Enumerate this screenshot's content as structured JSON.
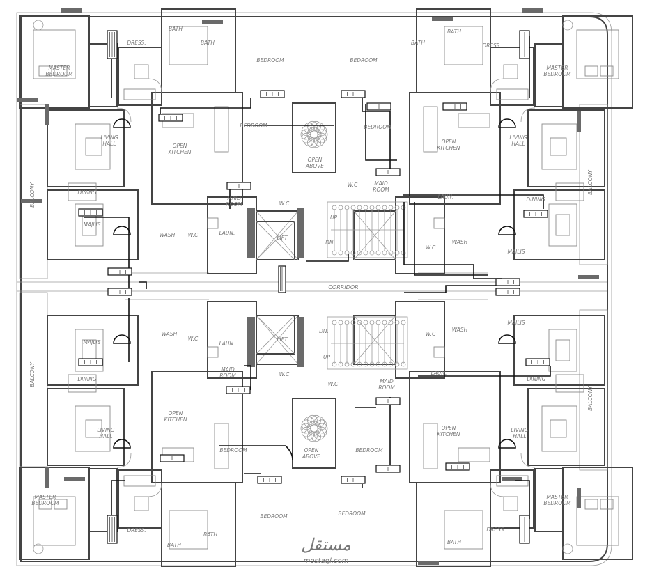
{
  "labels": {
    "master_bedroom": "MASTER\nBEDROOM",
    "dress": "DRESS.",
    "bath": "BATH",
    "bedroom": "BEDROOM",
    "living_hall": "LIVING\nHALL",
    "open_kitchen": "OPEN\nKITCHEN",
    "open_above": "OPEN\nABOVE",
    "dining": "DINING",
    "majlis": "MAJLIS",
    "maid_room": "MAID\nROOM",
    "wc": "W.C",
    "laun": "LAUN.",
    "wash": "WASH",
    "lift": "LIFT",
    "corridor": "CORRIDOR",
    "balcony": "BALCONY",
    "up": "UP",
    "dn": "DN."
  },
  "watermark": {
    "arabic": "مستقل",
    "latin": "mostaql.com"
  }
}
